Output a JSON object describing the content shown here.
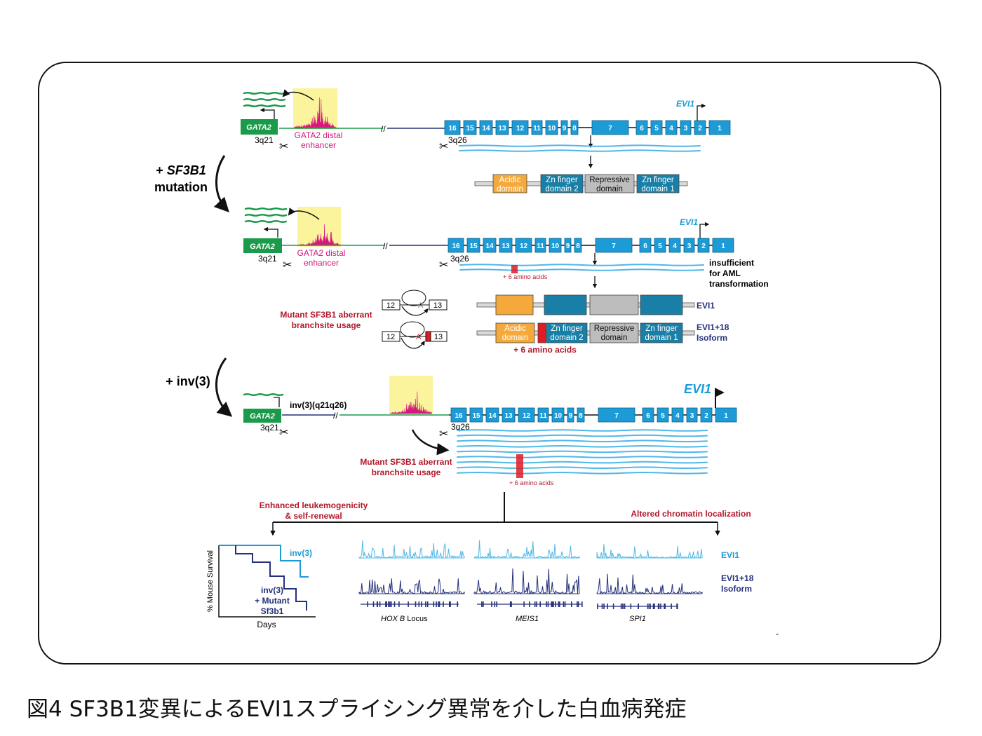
{
  "caption": "図4 SF3B1変異によるEVI1スプライシング異常を介した白血病発症",
  "colors": {
    "exon": "#1d9bd7",
    "transcript": "#4fb8e8",
    "gata2": "#1a9a4a",
    "enhancer_bg": "#fbf49c",
    "enhancer_peaks": "#d6177d",
    "acidic": "#f5a93a",
    "zinc": "#1a7fa6",
    "repressive": "#bdbdbd",
    "mutant": "#e01b24",
    "red_text": "#b2182b",
    "navy": "#25307a"
  },
  "panel_top": {
    "gene_gata2": "GATA2",
    "locus_3q21": "3q21",
    "enhancer_label_1": "GATA2 distal",
    "enhancer_label_2": "enhancer",
    "gene_evi1": "EVI1",
    "locus_3q26": "3q26",
    "exons": [
      "16",
      "15",
      "14",
      "13",
      "12",
      "11",
      "10",
      "9",
      "8",
      "7",
      "6",
      "5",
      "4",
      "3",
      "2",
      "1"
    ],
    "domains": [
      {
        "line1": "Acidic",
        "line2": "domain"
      },
      {
        "line1": "Zn finger",
        "line2": "domain 2"
      },
      {
        "line1": "Repressive",
        "line2": "domain"
      },
      {
        "line1": "Zn finger",
        "line2": "domain 1"
      }
    ]
  },
  "step1": {
    "line1_prefix": "+ ",
    "line1_gene": "SF3B1",
    "line2": "mutation"
  },
  "panel_mid": {
    "gene_gata2": "GATA2",
    "locus_3q21": "3q21",
    "enhancer_label_1": "GATA2 distal",
    "enhancer_label_2": "enhancer",
    "gene_evi1": "EVI1",
    "locus_3q26": "3q26",
    "exons": [
      "16",
      "15",
      "14",
      "13",
      "12",
      "11",
      "10",
      "9",
      "8",
      "7",
      "6",
      "5",
      "4",
      "3",
      "2",
      "1"
    ],
    "plus6": "+ 6 amino acids",
    "insufficient": [
      "insufficient",
      "for AML",
      "transformation"
    ],
    "aberrant": [
      "Mutant SF3B1 aberrant",
      "branchsite usage"
    ],
    "splice_exon_a": "12",
    "splice_exon_b": "13",
    "branch_letter": "A",
    "isoform_label_1": "EVI1",
    "isoform_label_2": [
      "EVI1+18",
      "Isoform"
    ],
    "domains": [
      {
        "line1": "Acidic",
        "line2": "domain"
      },
      {
        "line1": "Zn finger",
        "line2": "domain 2"
      },
      {
        "line1": "Repressive",
        "line2": "domain"
      },
      {
        "line1": "Zn finger",
        "line2": "domain 1"
      }
    ],
    "plus6_bold": "+ 6 amino acids"
  },
  "step2": {
    "label": "+ inv(3)"
  },
  "panel_bottom": {
    "gene_gata2": "GATA2",
    "locus_3q21": "3q21",
    "inversion": "inv(3)(q21q26)",
    "gene_evi1": "EVI1",
    "locus_3q26": "3q26",
    "exons": [
      "16",
      "15",
      "14",
      "13",
      "12",
      "11",
      "10",
      "9",
      "8",
      "7",
      "6",
      "5",
      "4",
      "3",
      "2",
      "1"
    ],
    "aberrant": [
      "Mutant SF3B1 aberrant",
      "branchsite usage"
    ],
    "plus6": "+ 6 amino acids"
  },
  "outcomes": {
    "left": [
      "Enhanced leukemogenicity",
      "& self-renewal"
    ],
    "right": "Altered chromatin localization"
  },
  "survival": {
    "ylabel": "% Mouse Survival",
    "xlabel": "Days",
    "series_a": "inv(3)",
    "series_b": [
      "inv(3)",
      "+ Mutant",
      "Sf3b1"
    ]
  },
  "tracks": {
    "row1_label": "EVI1",
    "row2_label": [
      "EVI1+18",
      "Isoform"
    ],
    "loci": [
      {
        "gene": "HOX B",
        "suffix": " Locus"
      },
      {
        "gene": "MEIS1",
        "suffix": ""
      },
      {
        "gene": "SPI1",
        "suffix": ""
      }
    ]
  },
  "stray_mark": "-"
}
